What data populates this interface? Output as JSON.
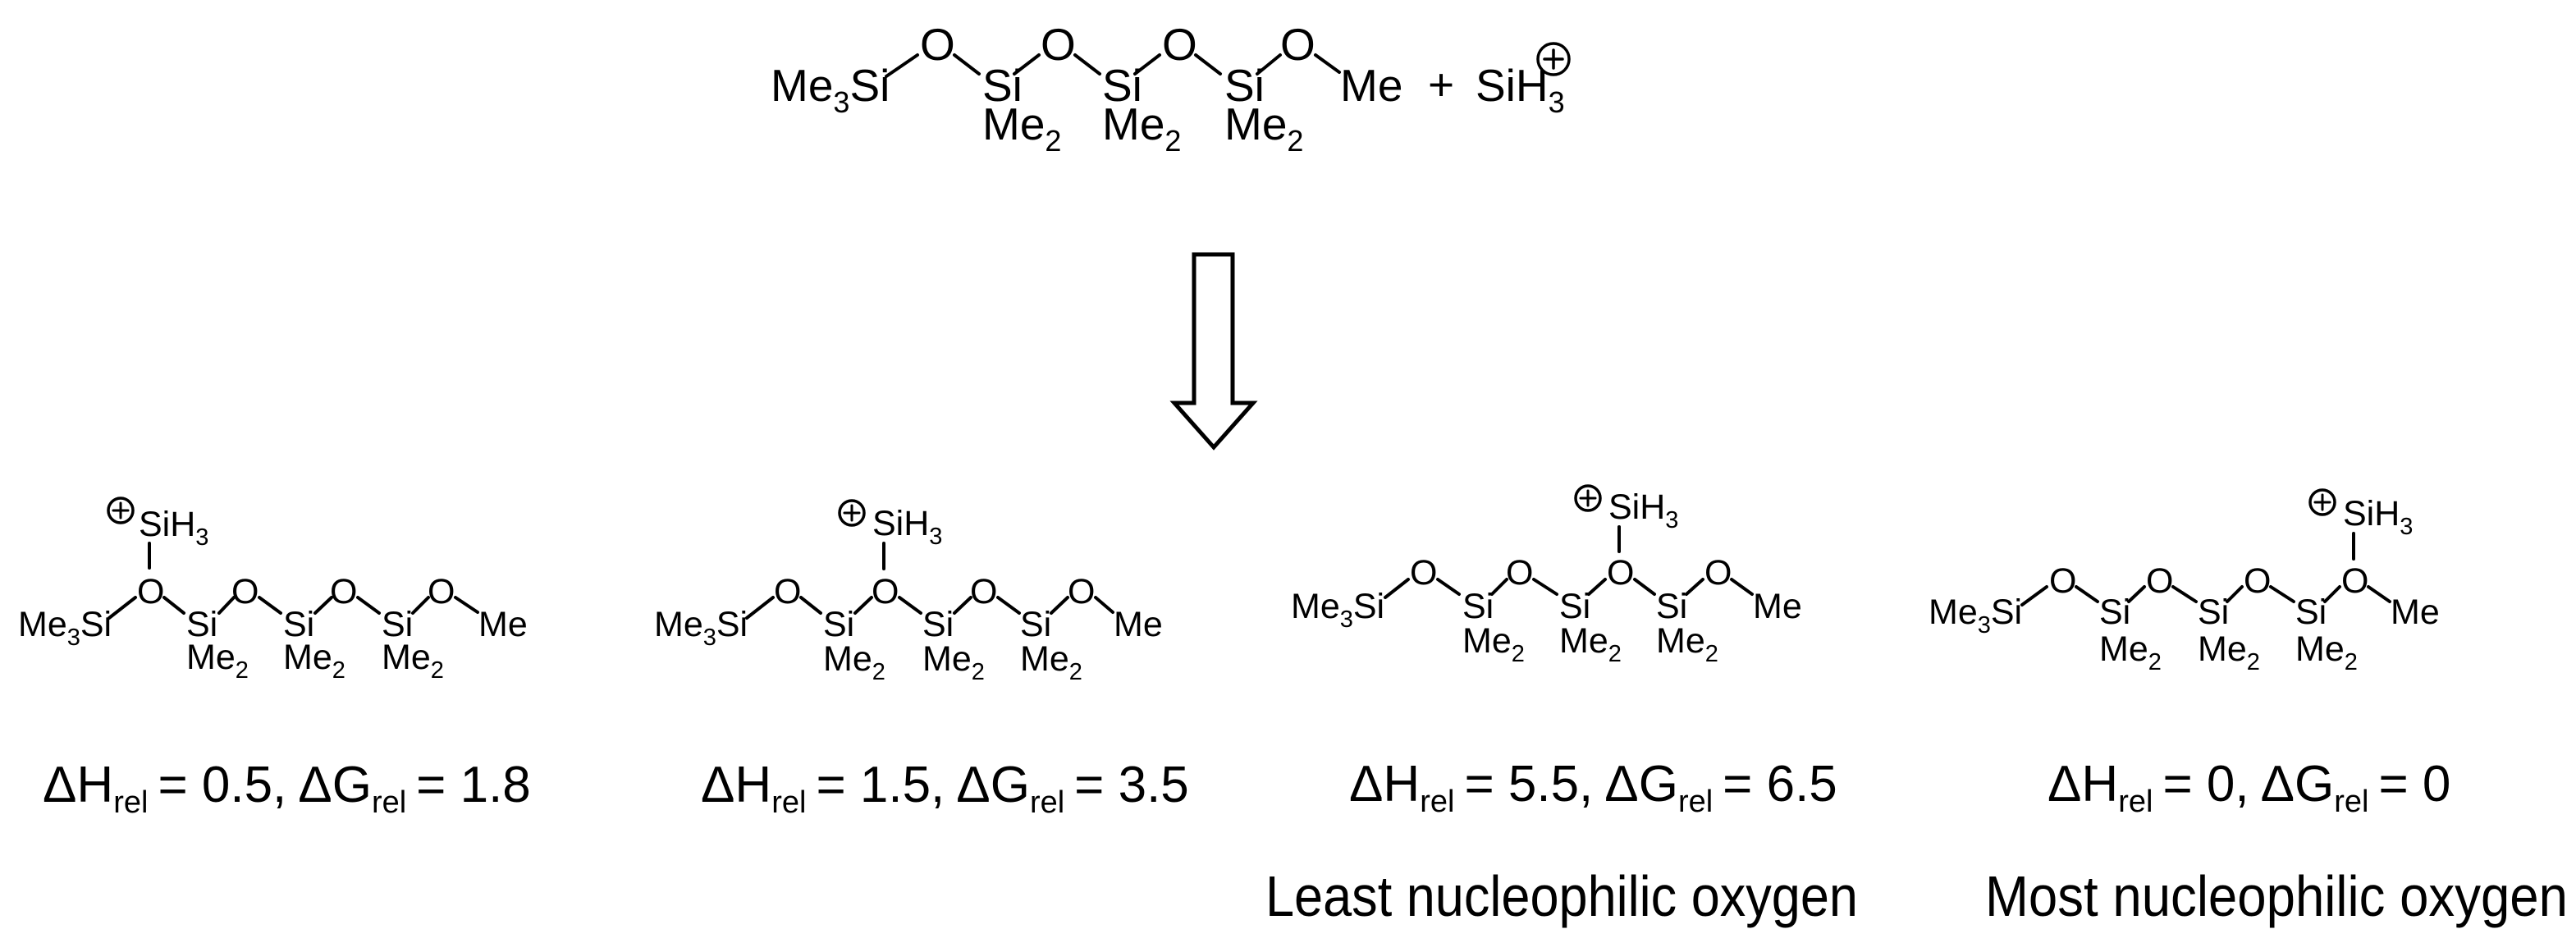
{
  "reaction": {
    "reactant": {
      "groups": [
        "Me3Si",
        "O",
        "Si",
        "O",
        "Si",
        "O",
        "Si",
        "O",
        "Me"
      ],
      "me3si": "Me",
      "me3si_sub": "3",
      "me3si_tail": "Si",
      "o": "O",
      "si": "Si",
      "me2": "Me",
      "me2_sub": "2",
      "me": "Me"
    },
    "plus": "+",
    "reagent": {
      "text": "SiH",
      "sub": "3",
      "charge": "+"
    },
    "arrow": "down-hollow-arrow"
  },
  "products": [
    {
      "label": "O1-silylated",
      "silylated_oxygen_index": 1,
      "adduct": "SiH",
      "adduct_sub": "3",
      "dH_symbol": "ΔH",
      "dH_sub": "rel",
      "dH_value": "= 0.5,",
      "dG_symbol": "ΔG",
      "dG_sub": "rel",
      "dG_value": "= 1.8",
      "caption": ""
    },
    {
      "label": "O2-silylated",
      "silylated_oxygen_index": 2,
      "adduct": "SiH",
      "adduct_sub": "3",
      "dH_symbol": "ΔH",
      "dH_sub": "rel",
      "dH_value": "= 1.5,",
      "dG_symbol": "ΔG",
      "dG_sub": "rel",
      "dG_value": "= 3.5",
      "caption": ""
    },
    {
      "label": "O3-silylated",
      "silylated_oxygen_index": 3,
      "adduct": "SiH",
      "adduct_sub": "3",
      "dH_symbol": "ΔH",
      "dH_sub": "rel",
      "dH_value": "= 5.5,",
      "dG_symbol": "ΔG",
      "dG_sub": "rel",
      "dG_value": "= 6.5",
      "caption": "Least nucleophilic oxygen"
    },
    {
      "label": "O4-silylated",
      "silylated_oxygen_index": 4,
      "adduct": "SiH",
      "adduct_sub": "3",
      "dH_symbol": "ΔH",
      "dH_sub": "rel",
      "dH_value": "= 0,",
      "dG_symbol": "ΔG",
      "dG_sub": "rel",
      "dG_value": "= 0",
      "caption": "Most nucleophilic oxygen"
    }
  ],
  "labels": {
    "me": "Me",
    "si": "Si",
    "o": "O",
    "sub2": "2",
    "sub3": "3"
  }
}
